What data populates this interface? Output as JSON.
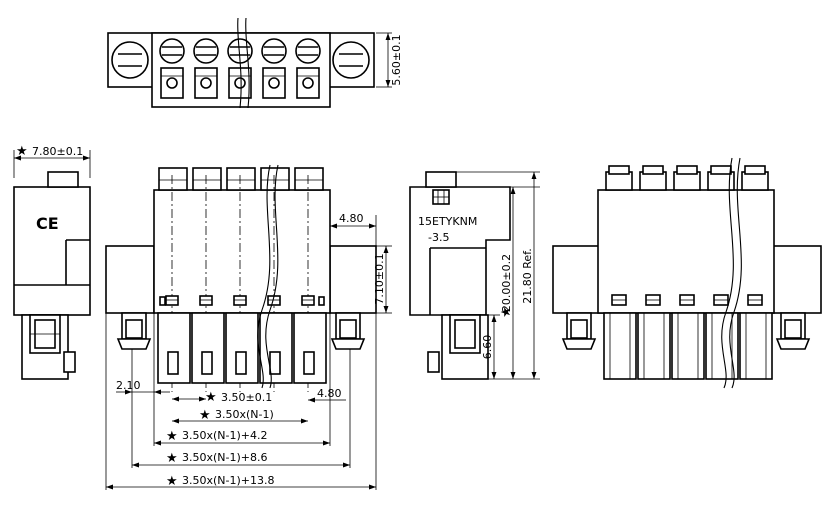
{
  "dimensions": {
    "top_height": "5.60±0.1",
    "side_width": "7.80±0.1",
    "offset_right": "4.80",
    "height_body": "7.10±0.1",
    "offset_left": "2.10",
    "offset_right_bottom": "4.80",
    "pitch_tol": "3.50±0.1",
    "pitch_n": "3.50x(N-1)",
    "pitch_n_42": "3.50x(N-1)+4.2",
    "pitch_n_86": "3.50x(N-1)+8.6",
    "pitch_n_138": "3.50x(N-1)+13.8",
    "height_total": "20.00±0.2",
    "height_ref": "21.80 Ref.",
    "height_lower": "6.60"
  },
  "markings": {
    "ce_mark": "CE",
    "part_code": "15ETYKNM",
    "part_pitch": "-3.5"
  },
  "star_symbol": "★"
}
